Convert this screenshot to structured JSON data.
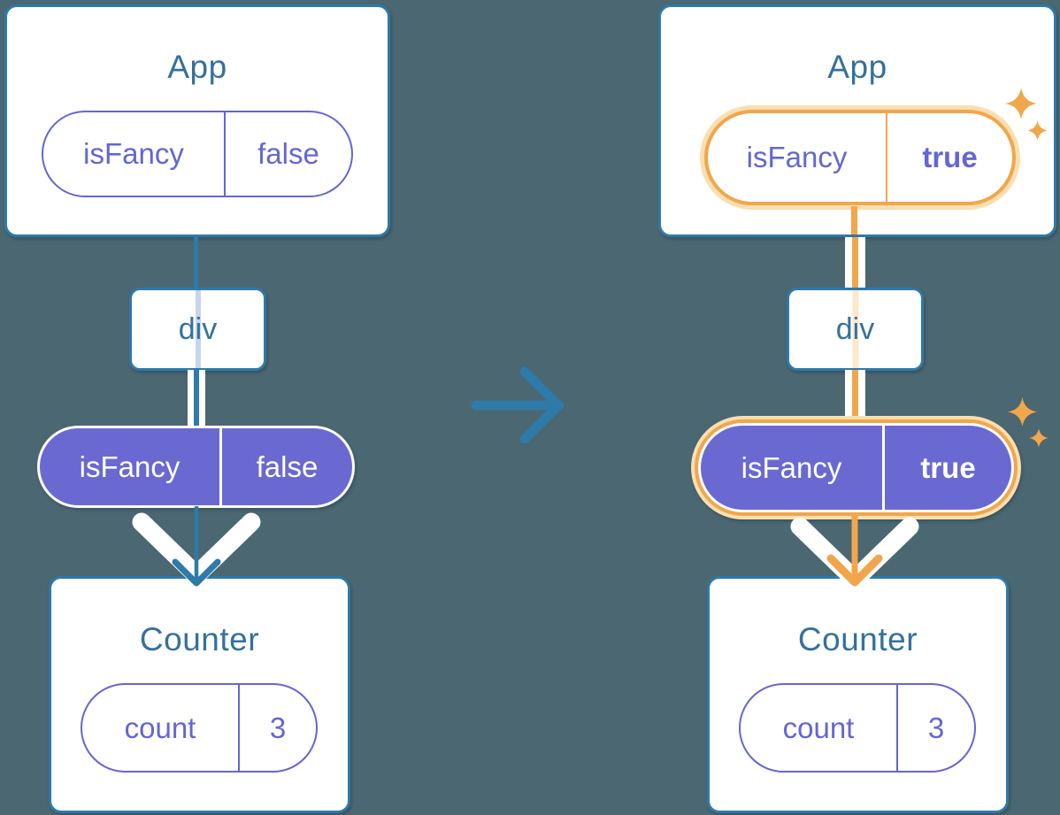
{
  "diagram": "react-state-passing-down",
  "colors": {
    "background": "#4B6771",
    "card_border_blue": "#2E7AA8",
    "title_text_blue": "#34719C",
    "purple_outline": "#6366D4",
    "purple_fill": "#6A69D2",
    "white": "#FFFFFF",
    "highlight_orange": "#F2A64B",
    "highlight_peach": "#FBDFB1",
    "pass_line_lavender": "#C9D4F0",
    "pass_line_peach": "#FCE8CB",
    "arrow_blue": "#2E7AA8"
  },
  "left_tree": {
    "app_card": {
      "title": "App",
      "pill": {
        "key": "isFancy",
        "value": "false"
      }
    },
    "div_node": {
      "label": "div"
    },
    "prop_pill": {
      "key": "isFancy",
      "value": "false"
    },
    "counter_card": {
      "title": "Counter",
      "pill": {
        "key": "count",
        "value": "3"
      }
    }
  },
  "right_tree": {
    "highlighted": true,
    "app_card": {
      "title": "App",
      "pill": {
        "key": "isFancy",
        "value": "true"
      }
    },
    "div_node": {
      "label": "div"
    },
    "prop_pill": {
      "key": "isFancy",
      "value": "true"
    },
    "counter_card": {
      "title": "Counter",
      "pill": {
        "key": "count",
        "value": "3"
      }
    }
  }
}
